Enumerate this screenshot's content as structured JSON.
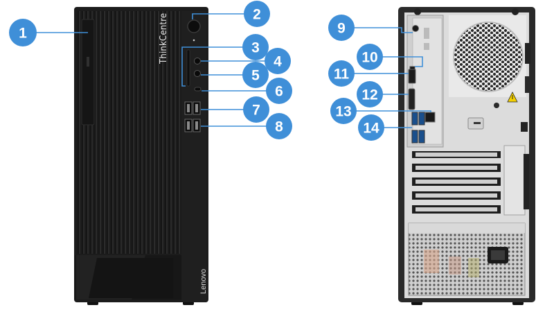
{
  "front_panel": {
    "brand_text": "ThinkCentre",
    "logo_text": "Lenovo"
  },
  "callouts": [
    {
      "number": "1",
      "target": "optical-drive"
    },
    {
      "number": "2",
      "target": "power-button"
    },
    {
      "number": "3",
      "target": "card-reader-slot"
    },
    {
      "number": "4",
      "target": "audio-jack"
    },
    {
      "number": "5",
      "target": "microphone-jack"
    },
    {
      "number": "6",
      "target": "usb-c-port"
    },
    {
      "number": "7",
      "target": "front-usb-ports-upper"
    },
    {
      "number": "8",
      "target": "front-usb-ports-lower"
    },
    {
      "number": "9",
      "target": "rear-audio-port"
    },
    {
      "number": "10",
      "target": "displayport"
    },
    {
      "number": "11",
      "target": "hdmi-port"
    },
    {
      "number": "12",
      "target": "vga-port"
    },
    {
      "number": "13",
      "target": "ethernet-port"
    },
    {
      "number": "14",
      "target": "rear-usb-ports"
    }
  ],
  "colors": {
    "badge": "#3f8fd8",
    "leader": "#3f8fd8",
    "case_front": "#1c1c1c",
    "case_rear": "#2a2a2a",
    "rear_panel": "#dcdcdc"
  }
}
